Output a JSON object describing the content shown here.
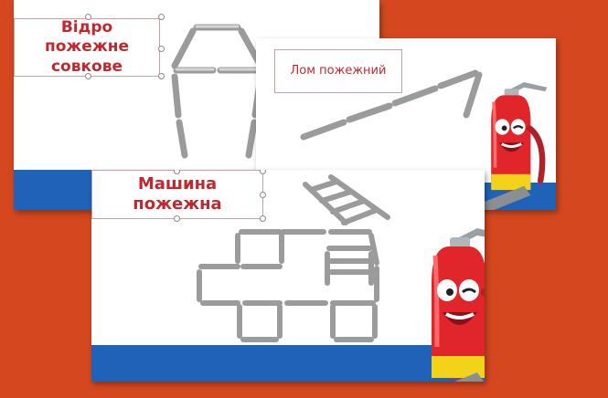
{
  "slides": {
    "bucket_slide": {
      "label": "Відро пожежне совкове"
    },
    "crowbar_slide": {
      "label": "Лом пожежний"
    },
    "truck_slide": {
      "label": "Машина пожежна"
    }
  },
  "colors": {
    "background": "#d5481f",
    "slide": "#ffffff",
    "band": "#1e63b8",
    "label_text": "#c0282d",
    "match_stick": "#b7b7b7",
    "extinguisher_body": "#e0262a",
    "extinguisher_band": "#f3d31a",
    "hose": "#8a8f92"
  },
  "icons": [
    "fire-extinguisher-mascot-icon"
  ]
}
